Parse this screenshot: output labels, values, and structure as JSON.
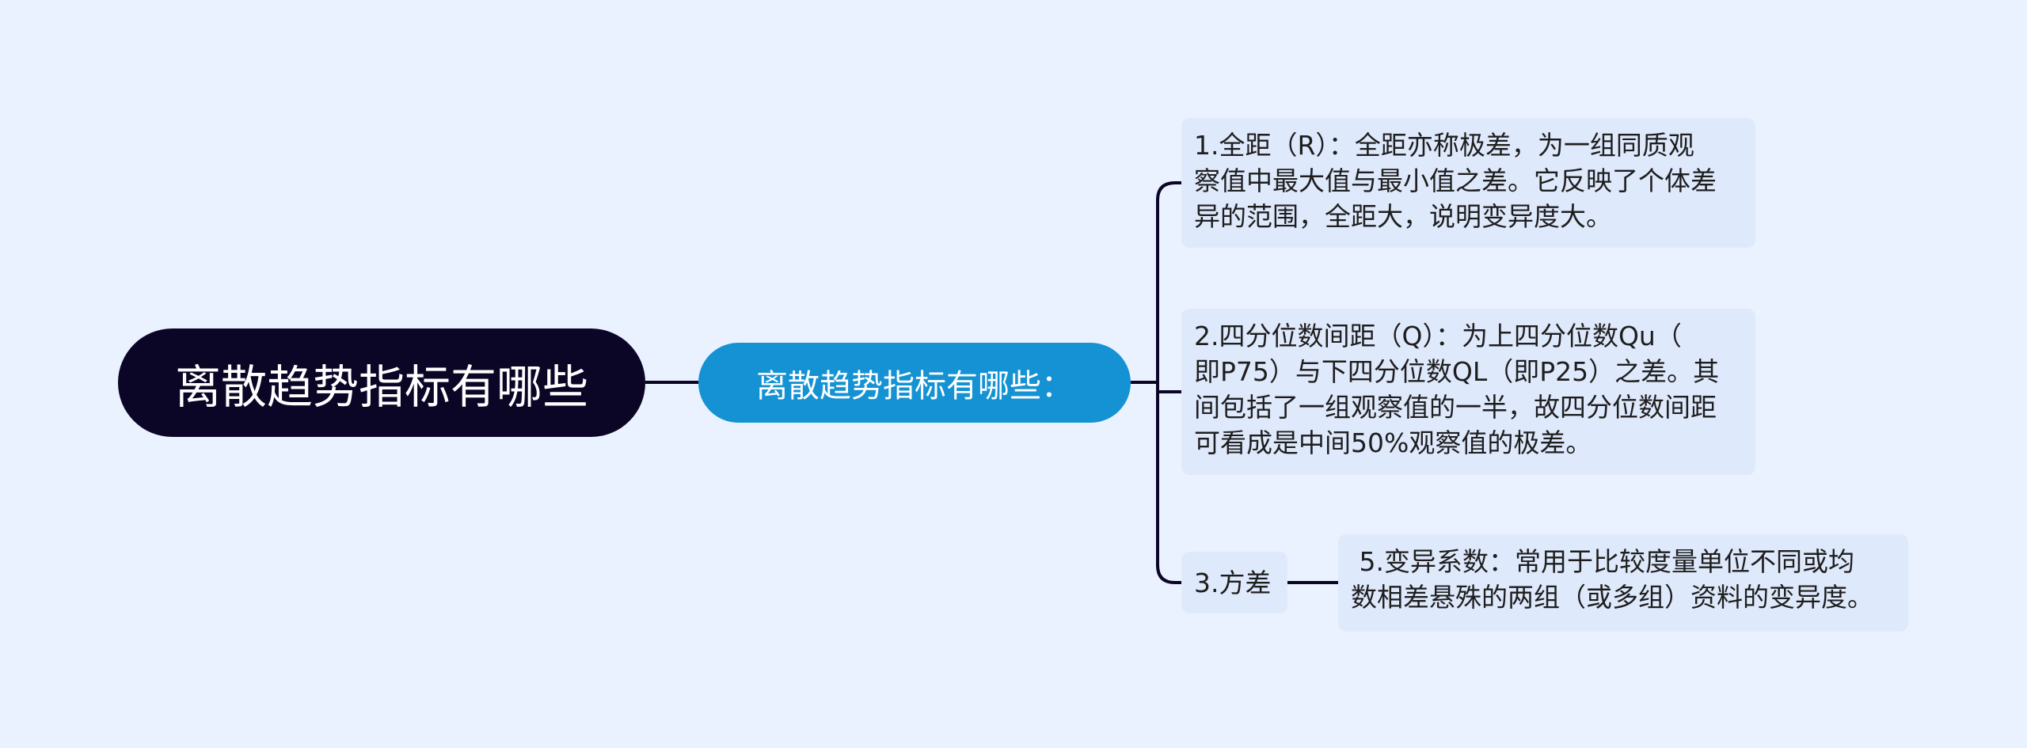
{
  "root": {
    "label": "离散趋势指标有哪些"
  },
  "branch": {
    "label": "离散趋势指标有哪些："
  },
  "items": [
    {
      "lines": [
        "1.全距（R）：全距亦称极差，为一组同质观",
        "察值中最大值与最小值之差。它反映了个体差",
        "异的范围，全距大，说明变异度大。"
      ]
    },
    {
      "lines": [
        "2.四分位数间距（Q）：为上四分位数Qu（",
        "即P75）与下四分位数QL（即P25）之差。其",
        "间包括了一组观察值的一半，故四分位数间距",
        "可看成是中间50%观察值的极差。"
      ]
    },
    {
      "label": "3.方差"
    }
  ],
  "subitem": {
    "lines": [
      " 5.变异系数：常用于比较度量单位不同或均",
      "数相差悬殊的两组（或多组）资料的变异度。"
    ]
  },
  "colors": {
    "background": "#ebf2ff",
    "root": "#0b0626",
    "branch": "#1592d3",
    "leaf": "#dfe9fc",
    "connector": "#0b0626"
  }
}
